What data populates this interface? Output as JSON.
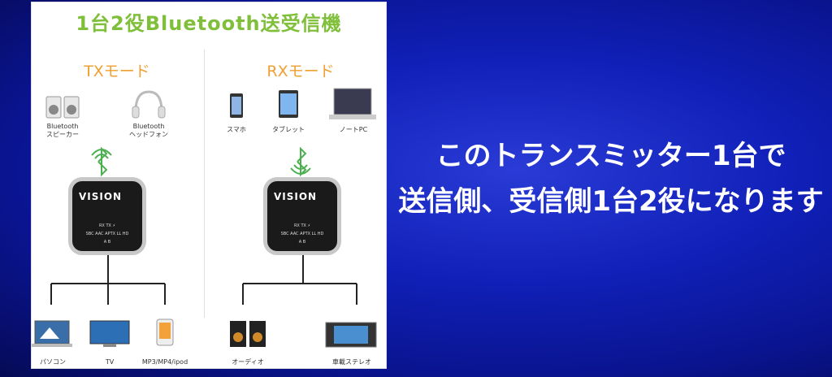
{
  "panel": {
    "title": "1台2役Bluetooth送受信機",
    "tx": {
      "mode": "TXモード",
      "sources": [
        "Bluetooth\nスピーカー",
        "Bluetooth\nヘッドフォン"
      ],
      "outputs": [
        "パソコン",
        "TV",
        "MP3/MP4/ipod"
      ]
    },
    "rx": {
      "mode": "RXモード",
      "sources": [
        "スマホ",
        "タブレット",
        "ノートPC"
      ],
      "outputs": [
        "オーディオ",
        "車載ステレオ"
      ]
    },
    "device": {
      "logo": "VISION",
      "row1": "RX  TX  ⚡",
      "row2": "SBC AAC APTX LL HD",
      "row3": "A   B"
    }
  },
  "caption": {
    "line1": "このトランスミッター1台で",
    "line2": "送信側、受信側1台2役になります"
  },
  "colors": {
    "title": "#7fbf3a",
    "mode": "#f0a030",
    "bt": "#4caf50",
    "background": "#1020b8"
  }
}
